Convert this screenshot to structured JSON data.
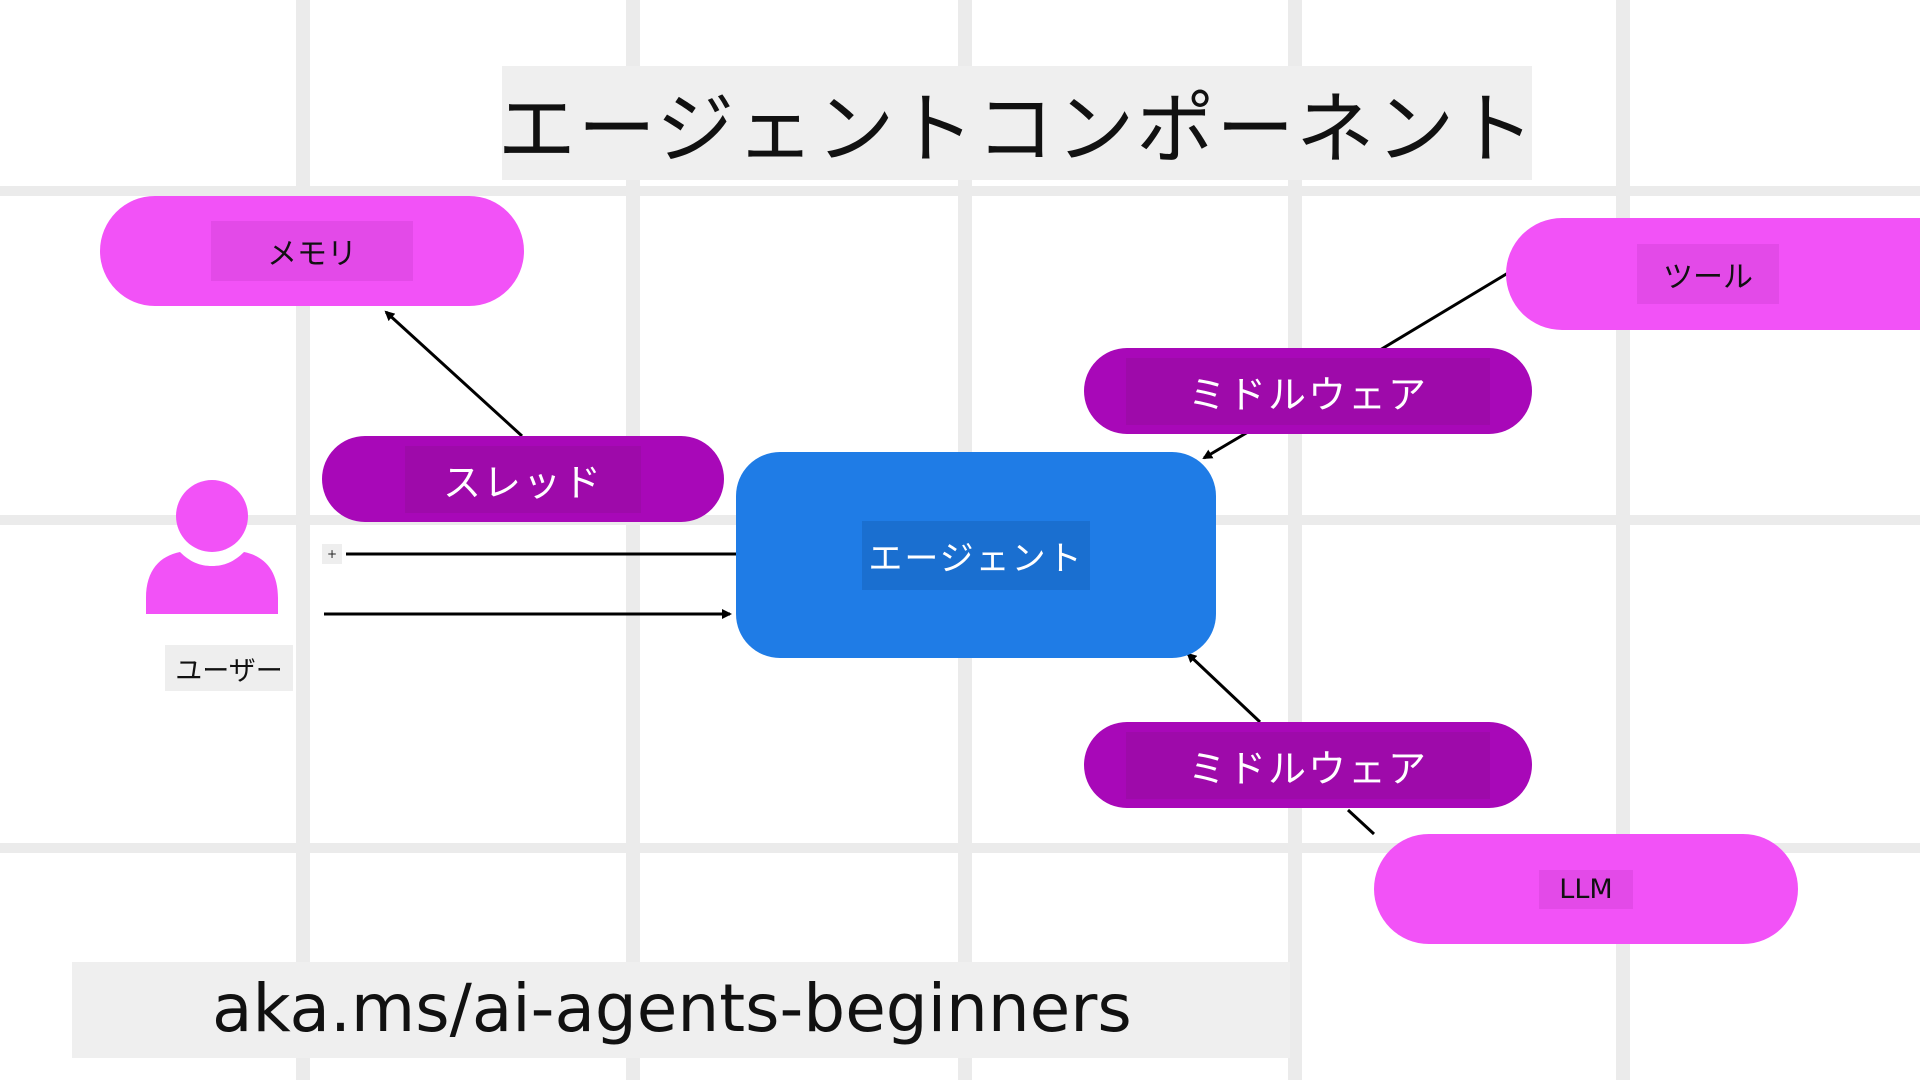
{
  "diagram": {
    "title": "エージェントコンポーネント",
    "url": "aka.ms/ai-agents-beginners",
    "nodes": {
      "memory": "メモリ",
      "thread": "スレッド",
      "user": "ユーザー",
      "agent": "エージェント",
      "tool": "ツール",
      "middleware_top": "ミドルウェア",
      "middleware_bottom": "ミドルウェア",
      "llm": "LLM"
    },
    "plus_glyph": "+",
    "colors": {
      "light_node": "#f252f7",
      "dark_node": "#a808b8",
      "agent": "#1f7ce6",
      "grid": "#ebebeb"
    }
  }
}
